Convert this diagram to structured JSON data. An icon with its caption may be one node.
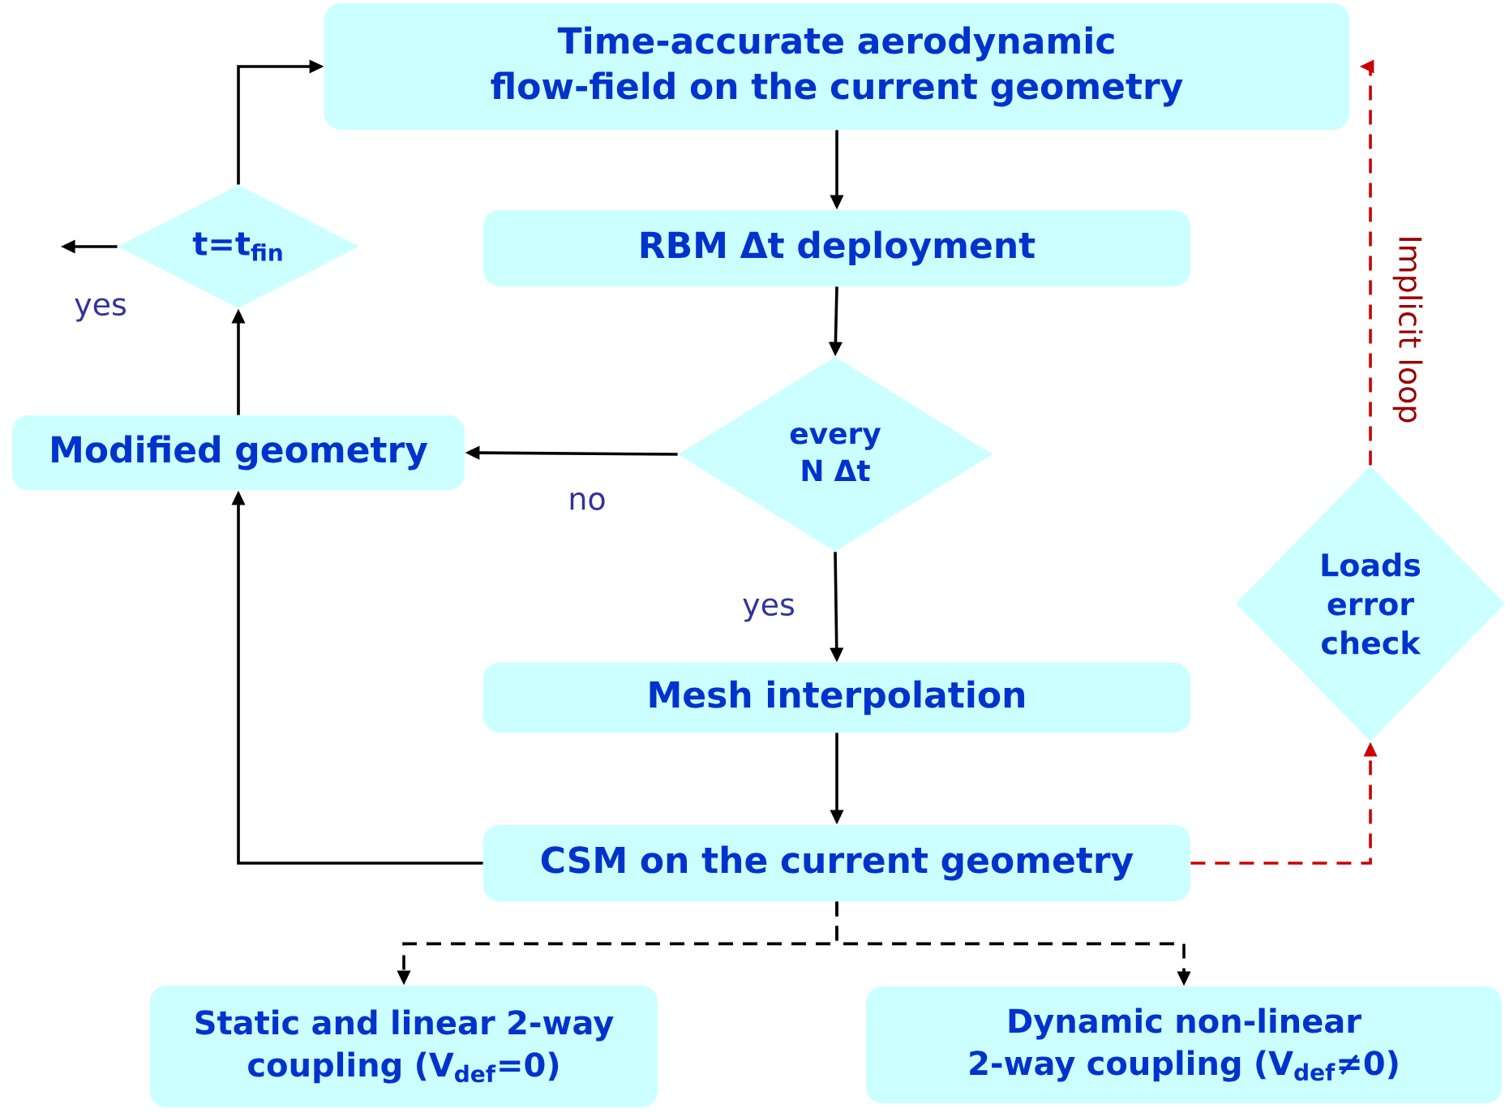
{
  "diagram": {
    "nodes": [
      {
        "text": [
          "Time-accurate aerodynamic flow-field on the current geometry"
        ]
      },
      {
        "text": [
          "RBM Δt deployment"
        ]
      },
      {
        "text": [
          "every N Δt"
        ]
      },
      {
        "text": [
          "Modified geometry"
        ]
      },
      {
        "text": [
          "t=t$_{fin}$"
        ]
      },
      {
        "text": [
          "Mesh interpolation"
        ]
      },
      {
        "text": [
          "CSM on the current geometry"
        ]
      },
      {
        "text": [
          "Loads error check"
        ]
      },
      {
        "text": [
          "Static and linear 2-way coupling (V$_{def}$=0)"
        ]
      },
      {
        "text": [
          "Dynamic non-linear 2-way coupling (V$_{def}$≠0)"
        ]
      }
    ],
    "edges": [
      {
        "from": 0,
        "to": 1,
        "arrow": "to"
      },
      {
        "from": 1,
        "to": 2,
        "arrow": "to"
      },
      {
        "from": 2,
        "to": 3,
        "arrow": "to",
        "label": "no"
      },
      {
        "from": 2,
        "to": 5,
        "arrow": "to",
        "label": "yes"
      },
      {
        "from": 5,
        "to": 6,
        "arrow": "to"
      },
      {
        "from": 6,
        "to": 3,
        "arrow": "to"
      },
      {
        "from": 3,
        "to": 4,
        "arrow": "to"
      },
      {
        "from": 4,
        "to": 0,
        "arrow": "to"
      },
      {
        "from": 4,
        "to": null,
        "arrow": "to",
        "label": "yes"
      },
      {
        "from": 6,
        "to": 7,
        "arrow": "to",
        "style": "dashed",
        "color": "#cc0000"
      },
      {
        "from": 7,
        "to": 0,
        "arrow": "to",
        "style": "dashed",
        "color": "#cc0000",
        "label": "Implicit loop"
      },
      {
        "from": 6,
        "to": 8,
        "arrow": "to",
        "style": "dashed"
      },
      {
        "from": 6,
        "to": 9,
        "arrow": "to",
        "style": "dashed"
      }
    ]
  }
}
